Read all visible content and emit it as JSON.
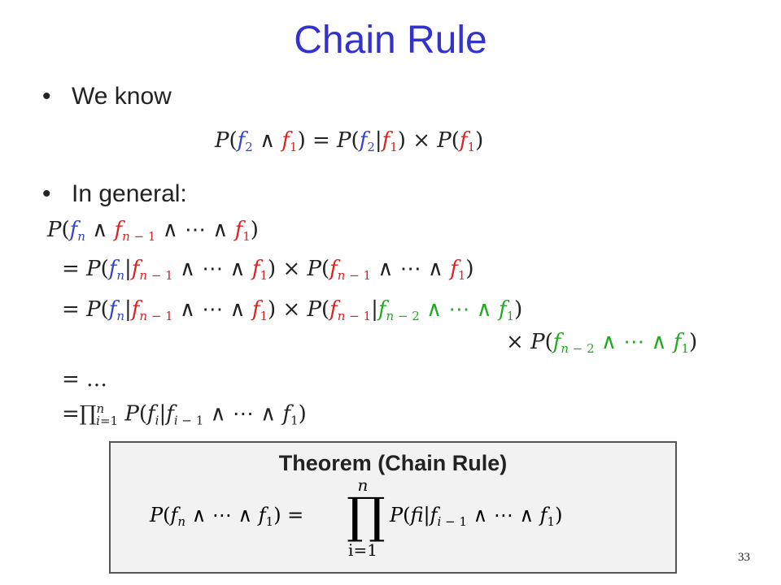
{
  "slide": {
    "title": "Chain Rule",
    "bullets": [
      "We know",
      "In general:"
    ],
    "ellipsis_line": "= …",
    "page_number": "33"
  },
  "theorem": {
    "title": "Theorem (Chain Rule)",
    "product_upper": "n",
    "product_lower": "i=1"
  },
  "colors": {
    "title": "#3333cc",
    "blue_term": "#3344cc",
    "red_term": "#dd2222",
    "green_term": "#22aa22"
  }
}
